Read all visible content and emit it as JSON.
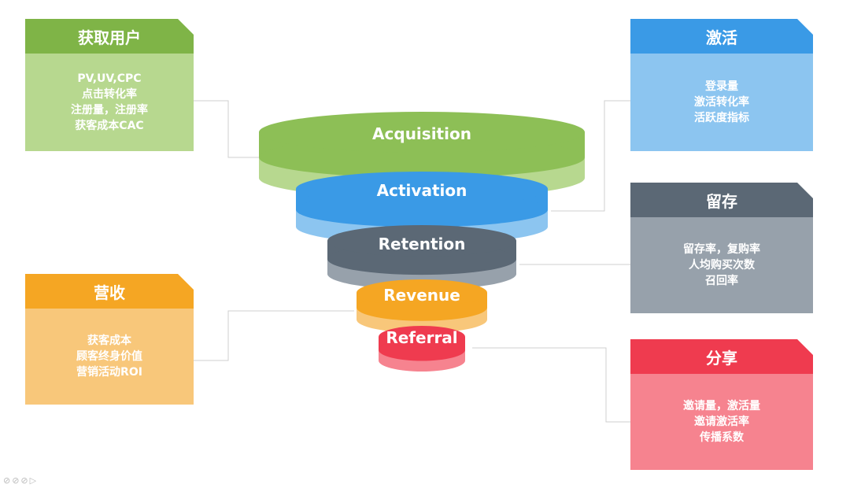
{
  "colors": {
    "green": "#8dbf56",
    "green_light": "#b7d88f",
    "blue": "#3a9ae6",
    "blue_light": "#8cc5f0",
    "slate": "#5b6875",
    "slate_light": "#97a1ab",
    "orange": "#f5a623",
    "orange_light": "#f8c77a",
    "red": "#ef3b4f",
    "red_light": "#f6838f",
    "connector": "#cfcfcf"
  },
  "funnel": {
    "stages": [
      {
        "label": "Acquisition",
        "color_key": "green"
      },
      {
        "label": "Activation",
        "color_key": "blue"
      },
      {
        "label": "Retention",
        "color_key": "slate"
      },
      {
        "label": "Revenue",
        "color_key": "orange"
      },
      {
        "label": "Referral",
        "color_key": "red"
      }
    ]
  },
  "cards": {
    "acquisition": {
      "title": "获取用户",
      "lines": [
        "PV,UV,CPC",
        "点击转化率",
        "注册量，注册率",
        "获客成本CAC"
      ]
    },
    "revenue": {
      "title": "营收",
      "lines": [
        "获客成本",
        "顾客终身价值",
        "营销活动ROI"
      ]
    },
    "activation": {
      "title": "激活",
      "lines": [
        "登录量",
        "激活转化率",
        "活跃度指标"
      ]
    },
    "retention": {
      "title": "留存",
      "lines": [
        "留存率，复购率",
        "人均购买次数",
        "召回率"
      ]
    },
    "referral": {
      "title": "分享",
      "lines": [
        "邀请量，激活量",
        "邀请激活率",
        "传播系数"
      ]
    }
  },
  "slide_controls": "⊘⊘⊘▷"
}
